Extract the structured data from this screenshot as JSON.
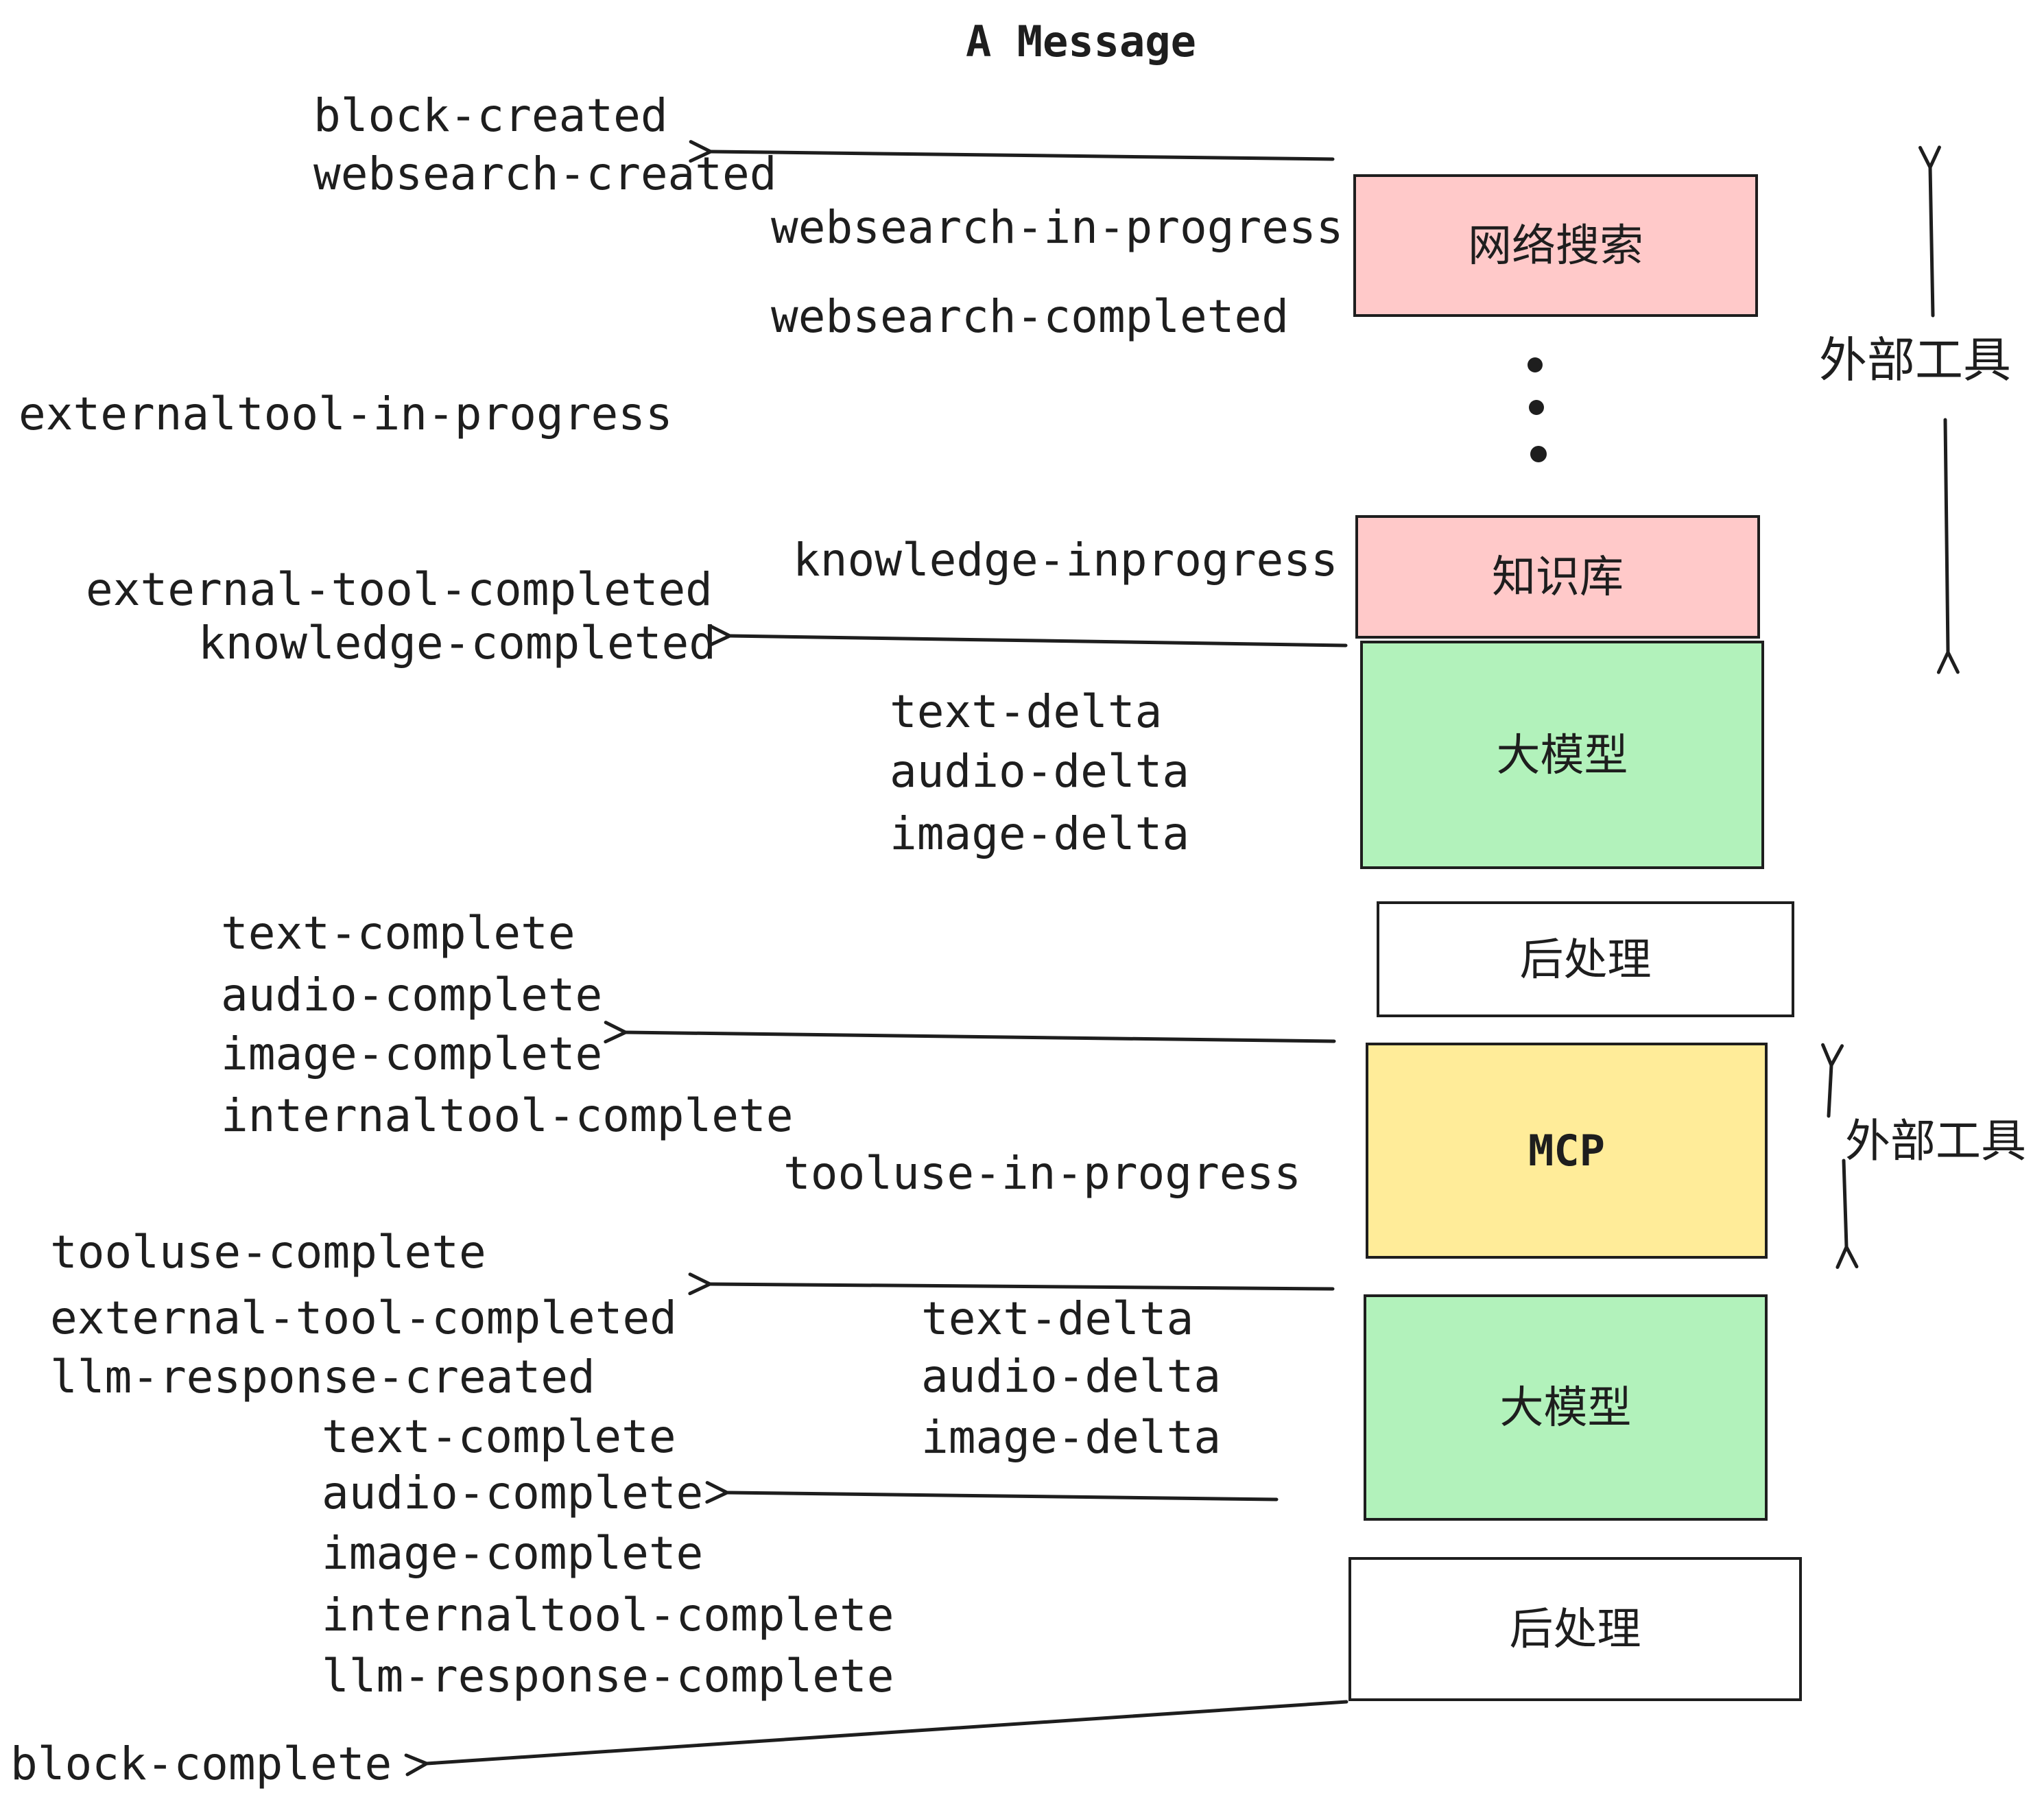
{
  "title": "A Message",
  "events": [
    "block-created",
    "websearch-created",
    "websearch-in-progress",
    "websearch-completed",
    "externaltool-in-progress",
    "knowledge-inprogress",
    "external-tool-completed",
    "knowledge-completed",
    "text-delta",
    "audio-delta",
    "image-delta",
    "text-complete",
    "audio-complete",
    "image-complete",
    "internaltool-complete",
    "tooluse-in-progress",
    "tooluse-complete",
    "external-tool-completed",
    "llm-response-created",
    "text-delta",
    "audio-delta",
    "image-delta",
    "text-complete",
    "audio-complete",
    "image-complete",
    "internaltool-complete",
    "llm-response-complete",
    "block-complete"
  ],
  "boxes": [
    {
      "id": "websearch",
      "label": "网络搜索",
      "fill": "#ffc9c9"
    },
    {
      "id": "knowledge",
      "label": "知识库",
      "fill": "#ffc9c9"
    },
    {
      "id": "llm-1",
      "label": "大模型",
      "fill": "#b2f2bb"
    },
    {
      "id": "postprocess-1",
      "label": "后处理",
      "fill": "#ffffff"
    },
    {
      "id": "mcp",
      "label": "MCP",
      "fill": "#ffec99"
    },
    {
      "id": "llm-2",
      "label": "大模型",
      "fill": "#b2f2bb"
    },
    {
      "id": "postprocess-2",
      "label": "后处理",
      "fill": "#ffffff"
    }
  ],
  "side_labels": [
    {
      "label": "外部工具"
    },
    {
      "label": "外部工具"
    }
  ],
  "colors": {
    "stroke": "#1e1e1e",
    "pink": "#ffc9c9",
    "green": "#b2f2bb",
    "yellow": "#ffec99",
    "white": "#ffffff"
  }
}
